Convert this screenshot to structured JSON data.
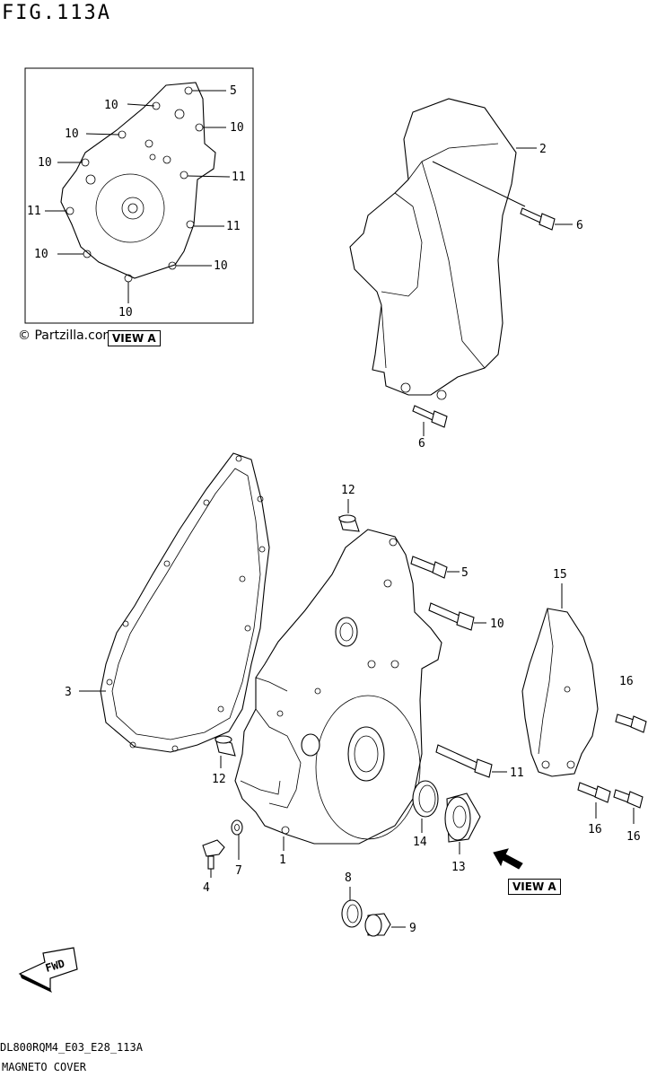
{
  "figure": {
    "title": "FIG.113A",
    "code": "DL800RQM4_E03_E28_113A",
    "name": "MAGNETO COVER"
  },
  "copyright": "© Partzilla.com",
  "view_tags": {
    "inset": "VIEW A",
    "main": "VIEW A"
  },
  "fwd": "FWD",
  "inset_callouts": [
    "5",
    "10",
    "10",
    "10",
    "10",
    "11",
    "11",
    "11",
    "10",
    "10",
    "10"
  ],
  "callouts": [
    "2",
    "6",
    "6",
    "3",
    "12",
    "12",
    "5",
    "10",
    "15",
    "16",
    "16",
    "16",
    "11",
    "14",
    "13",
    "1",
    "4",
    "7",
    "8",
    "9"
  ]
}
